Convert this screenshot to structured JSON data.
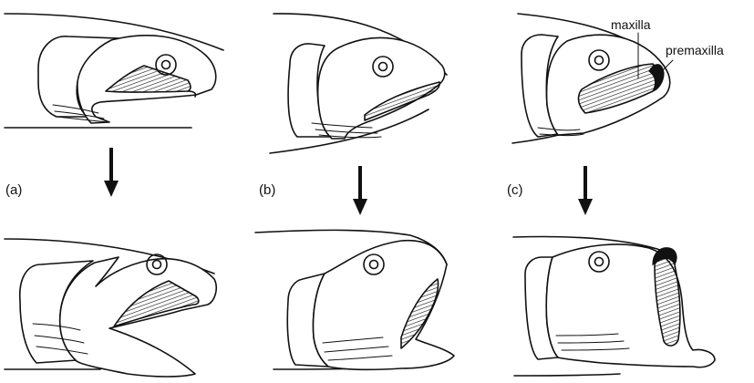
{
  "panels": [
    {
      "id": "a",
      "label": "(a)"
    },
    {
      "id": "b",
      "label": "(b)"
    },
    {
      "id": "c",
      "label": "(c)"
    }
  ],
  "annotations": {
    "maxilla": "maxilla",
    "premaxilla": "premaxilla"
  },
  "colors": {
    "ink": "#111111",
    "background": "#ffffff"
  }
}
